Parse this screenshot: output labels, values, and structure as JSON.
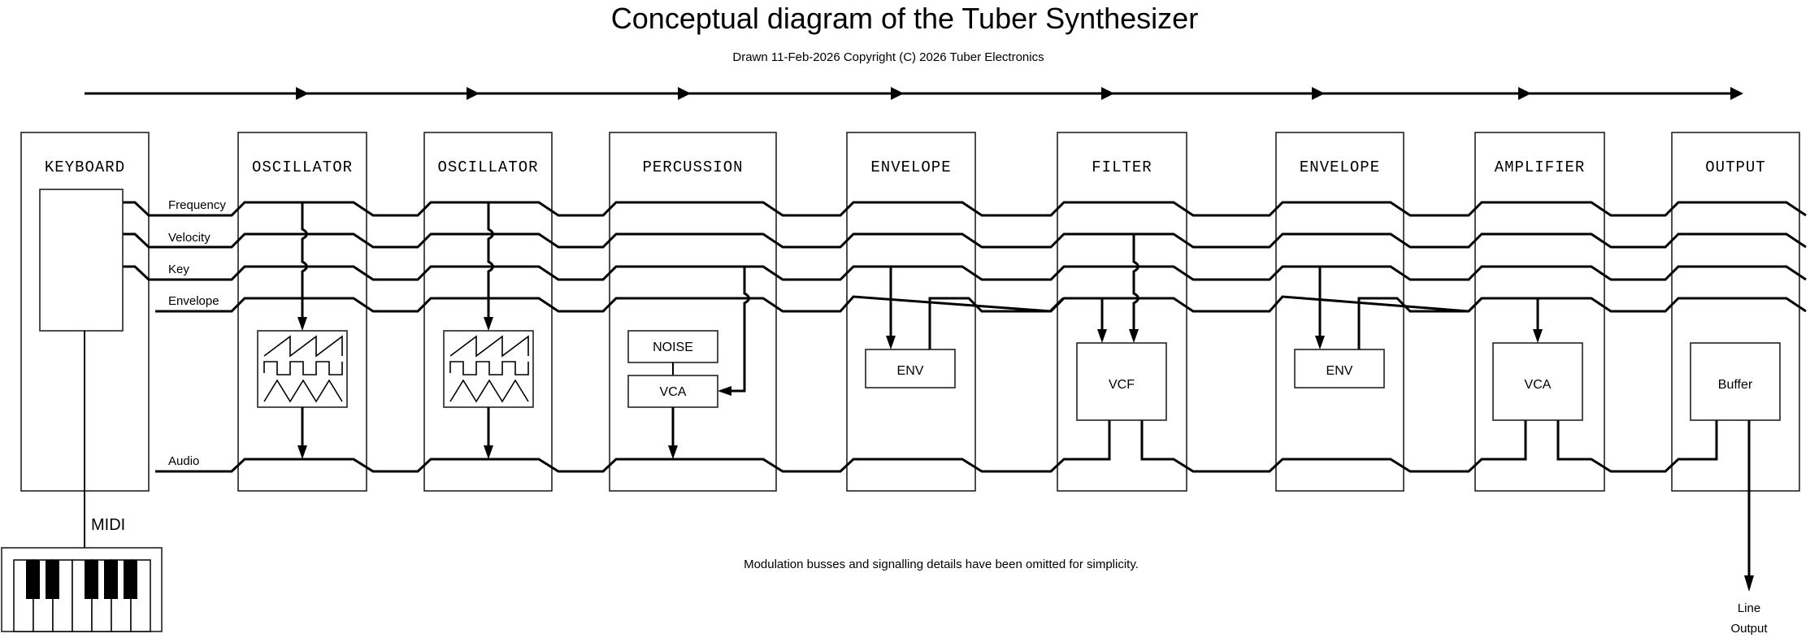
{
  "title": "Conceptual diagram of the Tuber Synthesizer",
  "subtitle": "Drawn 11-Feb-2026 Copyright (C) 2026 Tuber Electronics",
  "modules": [
    {
      "id": "keyboard",
      "label": "KEYBOARD"
    },
    {
      "id": "oscillator-1",
      "label": "OSCILLATOR"
    },
    {
      "id": "oscillator-2",
      "label": "OSCILLATOR"
    },
    {
      "id": "percussion",
      "label": "PERCUSSION"
    },
    {
      "id": "envelope-1",
      "label": "ENVELOPE"
    },
    {
      "id": "filter",
      "label": "FILTER"
    },
    {
      "id": "envelope-2",
      "label": "ENVELOPE"
    },
    {
      "id": "amplifier",
      "label": "AMPLIFIER"
    },
    {
      "id": "output",
      "label": "OUTPUT"
    }
  ],
  "busses": [
    "Frequency",
    "Velocity",
    "Key",
    "Envelope",
    "Audio"
  ],
  "blocks": {
    "noise": "NOISE",
    "percussion_vca": "VCA",
    "env1": "ENV",
    "vcf": "VCF",
    "env2": "ENV",
    "amp_vca": "VCA",
    "buffer": "Buffer"
  },
  "midi_label": "MIDI",
  "line_output": [
    "Line",
    "Output"
  ],
  "note": "Modulation busses and signalling details have been omitted for simplicity.",
  "connections": [
    {
      "from": "Frequency",
      "to": "oscillator-1"
    },
    {
      "from": "Frequency",
      "to": "oscillator-2"
    },
    {
      "from": "Key",
      "to": "percussion_vca"
    },
    {
      "from": "Key",
      "to": "env1"
    },
    {
      "from": "env1",
      "to": "Envelope"
    },
    {
      "from": "Envelope",
      "to": "vcf"
    },
    {
      "from": "Velocity",
      "to": "vcf"
    },
    {
      "from": "Key",
      "to": "env2"
    },
    {
      "from": "env2",
      "to": "Envelope"
    },
    {
      "from": "Envelope",
      "to": "amp_vca"
    },
    {
      "from": "buffer",
      "to": "Line Output"
    }
  ]
}
